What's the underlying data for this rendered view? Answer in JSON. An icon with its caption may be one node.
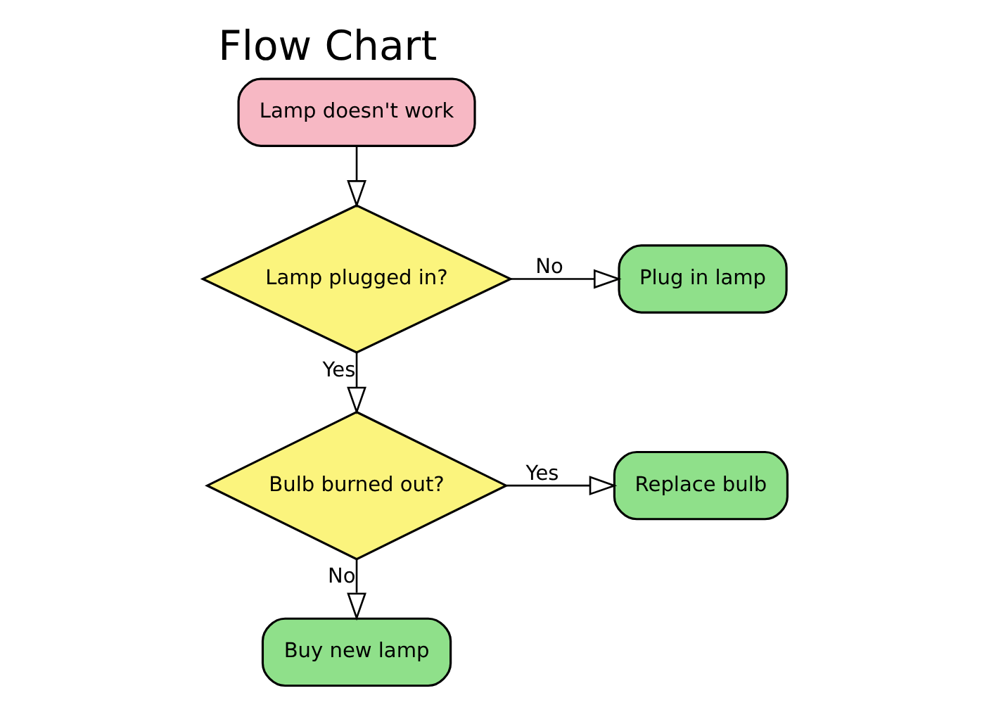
{
  "diagram": {
    "title": "Flow Chart",
    "nodes": [
      {
        "text": [
          "Lamp doesn't work"
        ]
      },
      {
        "text": [
          "Lamp plugged in?"
        ]
      },
      {
        "text": [
          "Plug in lamp"
        ]
      },
      {
        "text": [
          "Bulb burned out?"
        ]
      },
      {
        "text": [
          "Replace bulb"
        ]
      },
      {
        "text": [
          "Buy new lamp"
        ]
      }
    ],
    "edges": [
      {
        "from": 0,
        "to": 1,
        "arrow": "to"
      },
      {
        "from": 1,
        "to": 2,
        "arrow": "to",
        "label": "No"
      },
      {
        "from": 1,
        "to": 3,
        "arrow": "to",
        "label": "Yes"
      },
      {
        "from": 3,
        "to": 4,
        "arrow": "to",
        "label": "Yes"
      },
      {
        "from": 3,
        "to": 5,
        "arrow": "to",
        "label": "No"
      }
    ]
  }
}
